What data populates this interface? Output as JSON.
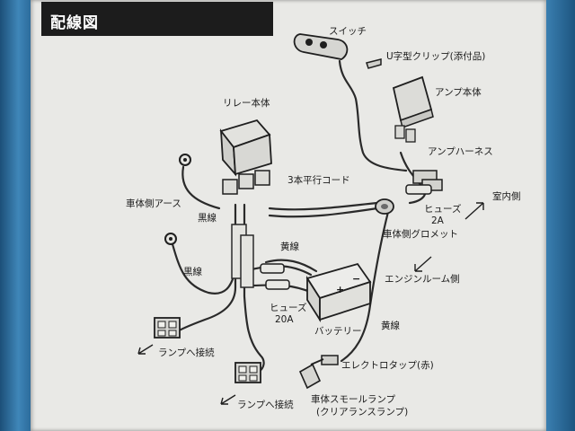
{
  "title": "配線図",
  "labels": {
    "switch": "スイッチ",
    "u_clip": "U字型クリップ(添付品)",
    "amp_body": "アンプ本体",
    "amp_harness": "アンプハーネス",
    "relay_body": "リレー本体",
    "three_core_cord": "3本平行コード",
    "vehicle_side": "室内側",
    "fuse_2a": "ヒューズ",
    "fuse_2a_value": "2A",
    "body_earth": "車体側アース",
    "black_wire_1": "黒線",
    "body_grommet": "車体側グロメット",
    "yellow_wire_1": "黄線",
    "black_wire_2": "黒線",
    "engine_room_side": "エンジンルーム側",
    "fuse_20a": "ヒューズ",
    "fuse_20a_value": "20A",
    "battery": "バッテリー",
    "yellow_wire_2": "黄線",
    "lamp_connect_1": "ランプへ接続",
    "electro_tap": "エレクトロタップ(赤)",
    "lamp_connect_2": "ランプへ接続",
    "small_lamp": "車体スモールランプ",
    "clearance_lamp": "(クリアランスランプ)"
  }
}
